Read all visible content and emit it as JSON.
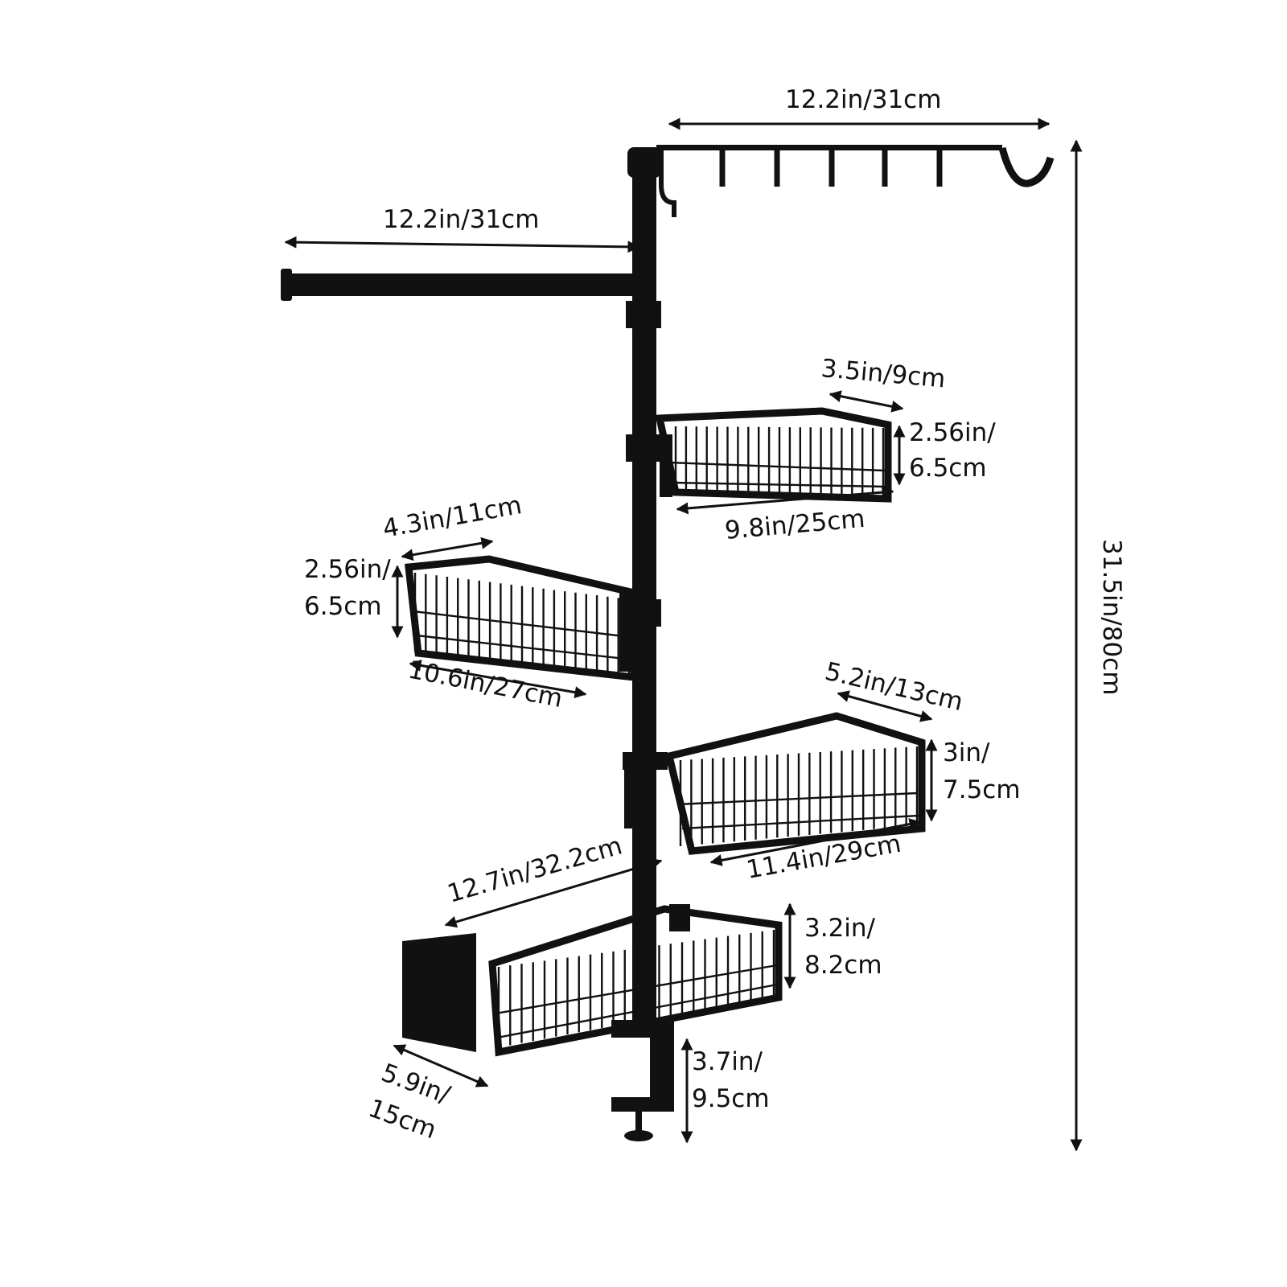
{
  "colors": {
    "ink": "#111111",
    "background": "#ffffff"
  },
  "dimensions": {
    "top_hook_bar": "12.2in/31cm",
    "towel_bar": "12.2in/31cm",
    "total_height": "31.5in/80cm",
    "basket1_depth": "3.5in/9cm",
    "basket1_height_1": "2.56in/",
    "basket1_height_2": "6.5cm",
    "basket1_width": "9.8in/25cm",
    "basket2_depth": "4.3in/11cm",
    "basket2_height_1": "2.56in/",
    "basket2_height_2": "6.5cm",
    "basket2_width": "10.6in/27cm",
    "basket3_depth": "5.2in/13cm",
    "basket3_height_1": "3in/",
    "basket3_height_2": "7.5cm",
    "basket3_width": "11.4in/29cm",
    "basket4_width": "12.7in/32.2cm",
    "basket4_height_1": "3.2in/",
    "basket4_height_2": "8.2cm",
    "cup_depth_1": "5.9in/",
    "cup_depth_2": "15cm",
    "clamp_height_1": "3.7in/",
    "clamp_height_2": "9.5cm"
  }
}
